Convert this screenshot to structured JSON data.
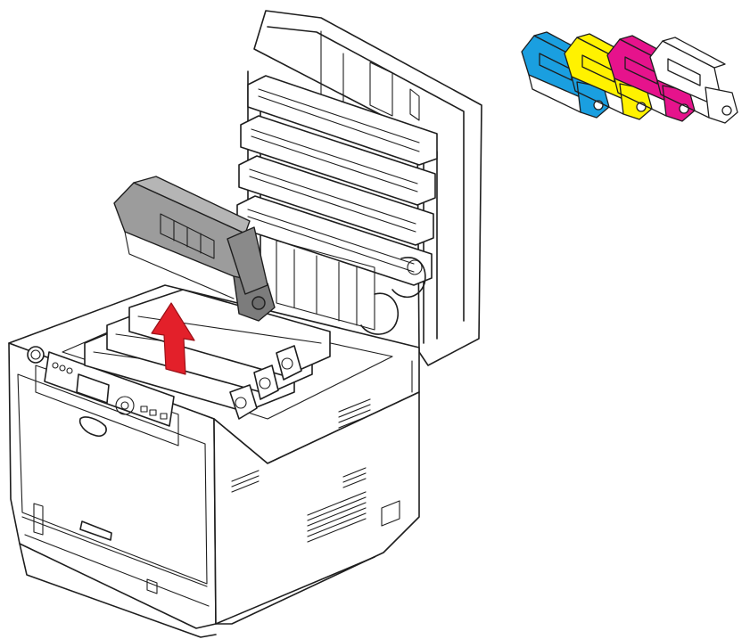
{
  "figure": {
    "background": "#ffffff",
    "line_color": "#1e1e1e",
    "removal_arrow_color": "#e3202a",
    "removed_drum_color": "#9c9c9c"
  },
  "cartridges": [
    {
      "color_name": "cyan",
      "fill": "#1a9fe0"
    },
    {
      "color_name": "yellow",
      "fill": "#fff200"
    },
    {
      "color_name": "magenta",
      "fill": "#e6138c"
    },
    {
      "color_name": "black",
      "fill": "#ffffff"
    }
  ],
  "icons": [
    "printer-illustration",
    "removal-arrow-icon",
    "image-drum-icon",
    "power-button-icon"
  ]
}
